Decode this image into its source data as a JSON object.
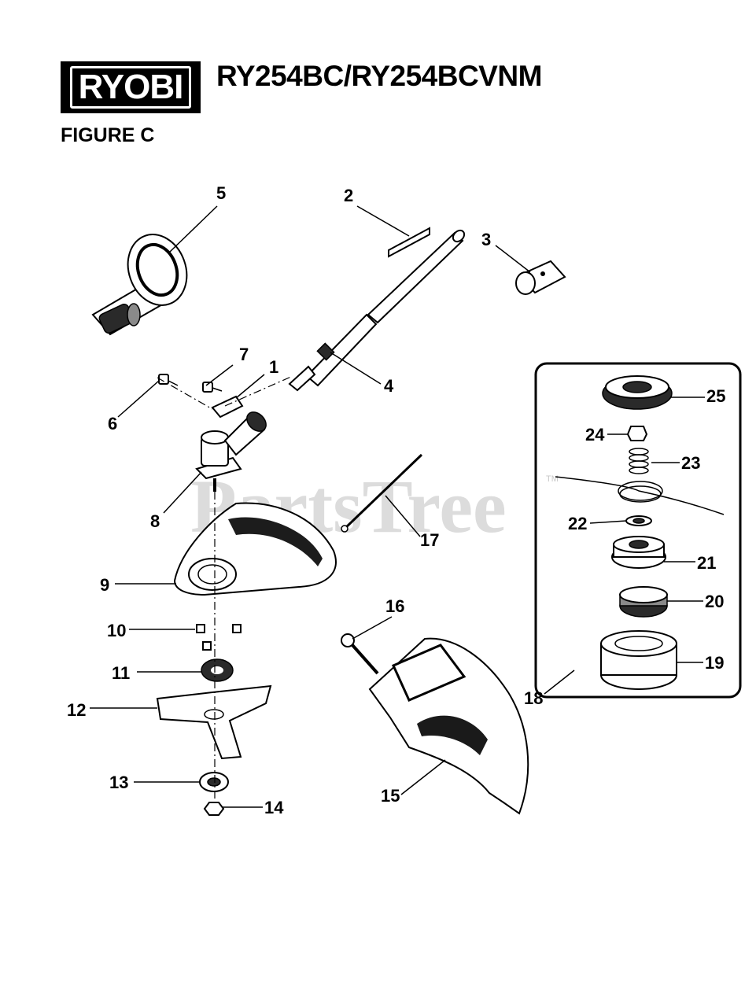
{
  "header": {
    "brand": "RYOBI",
    "model": "RY254BC/RY254BCVNM",
    "figure": "FIGURE C"
  },
  "watermark": {
    "text": "PartsTree",
    "trademark": "TM"
  },
  "callouts": [
    "1",
    "2",
    "3",
    "4",
    "5",
    "6",
    "7",
    "8",
    "9",
    "10",
    "11",
    "12",
    "13",
    "14",
    "15",
    "16",
    "17",
    "18",
    "19",
    "20",
    "21",
    "22",
    "23",
    "24",
    "25"
  ]
}
